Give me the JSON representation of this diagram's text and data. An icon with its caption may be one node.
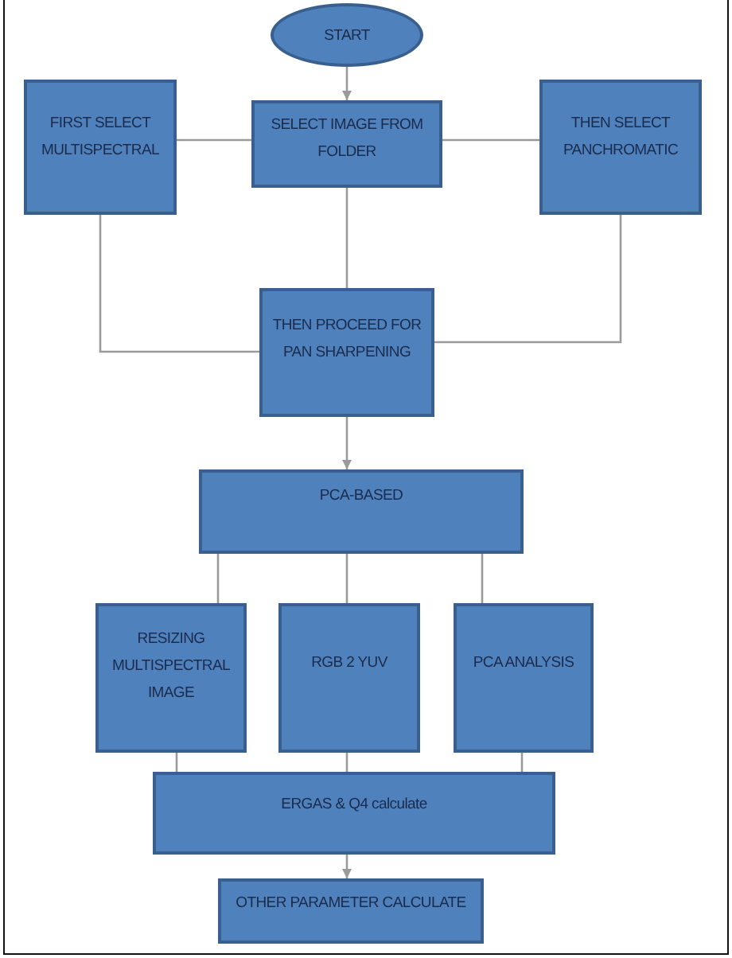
{
  "diagram": {
    "nodes": [
      {
        "text": [
          "START"
        ]
      },
      {
        "text": [
          "FIRST SELECT MULTISPECTRAL"
        ]
      },
      {
        "text": [
          "SELECT IMAGE FROM FOLDER"
        ]
      },
      {
        "text": [
          "THEN SELECT PANCHROMATIC"
        ]
      },
      {
        "text": [
          "THEN PROCEED FOR PAN SHARPENING"
        ]
      },
      {
        "text": [
          "PCA-BASED"
        ]
      },
      {
        "text": [
          "RESIZING MULTISPECTRAL IMAGE"
        ]
      },
      {
        "text": [
          "RGB 2 YUV"
        ]
      },
      {
        "text": [
          "PCA ANALYSIS"
        ]
      },
      {
        "text": [
          "ERGAS & Q4 calculate"
        ]
      },
      {
        "text": [
          "OTHER PARAMETER CALCULATE"
        ]
      }
    ],
    "edges": [
      {
        "from": 0,
        "to": 2,
        "arrow": "to"
      },
      {
        "from": 1,
        "to": 2,
        "arrow": "none"
      },
      {
        "from": 2,
        "to": 3,
        "arrow": "none"
      },
      {
        "from": 1,
        "to": 4,
        "arrow": "none"
      },
      {
        "from": 2,
        "to": 4,
        "arrow": "none"
      },
      {
        "from": 3,
        "to": 4,
        "arrow": "none"
      },
      {
        "from": 4,
        "to": 5,
        "arrow": "to"
      },
      {
        "from": 5,
        "to": 6,
        "arrow": "none"
      },
      {
        "from": 5,
        "to": 7,
        "arrow": "none"
      },
      {
        "from": 5,
        "to": 8,
        "arrow": "none"
      },
      {
        "from": 6,
        "to": 9,
        "arrow": "none"
      },
      {
        "from": 7,
        "to": 9,
        "arrow": "none"
      },
      {
        "from": 8,
        "to": 9,
        "arrow": "none"
      },
      {
        "from": 9,
        "to": 10,
        "arrow": "to"
      }
    ]
  }
}
